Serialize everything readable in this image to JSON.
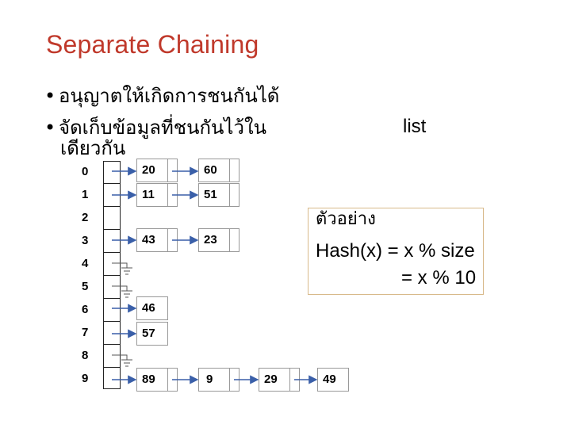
{
  "slide": {
    "title": "Separate Chaining",
    "bullets": [
      "อนุญาตให้เกิดการชนกันได้",
      "จัดเก็บข้อมูลที่ชนกันไว้ใน"
    ],
    "bullet_cont": "เดียวกัน",
    "list_word": "list"
  },
  "table": {
    "indices": [
      "0",
      "1",
      "2",
      "3",
      "4",
      "5",
      "6",
      "7",
      "8",
      "9"
    ]
  },
  "chains": {
    "r0": [
      "20",
      "60"
    ],
    "r1": [
      "11",
      "51"
    ],
    "r3": [
      "43",
      "23"
    ],
    "r6": [
      "46"
    ],
    "r7": [
      "57"
    ],
    "r9": [
      "89",
      "9",
      "29",
      "49"
    ]
  },
  "example": {
    "heading": "ตัวอย่าง",
    "line1": "Hash(x) = x % size",
    "line2": "= x % 10"
  }
}
